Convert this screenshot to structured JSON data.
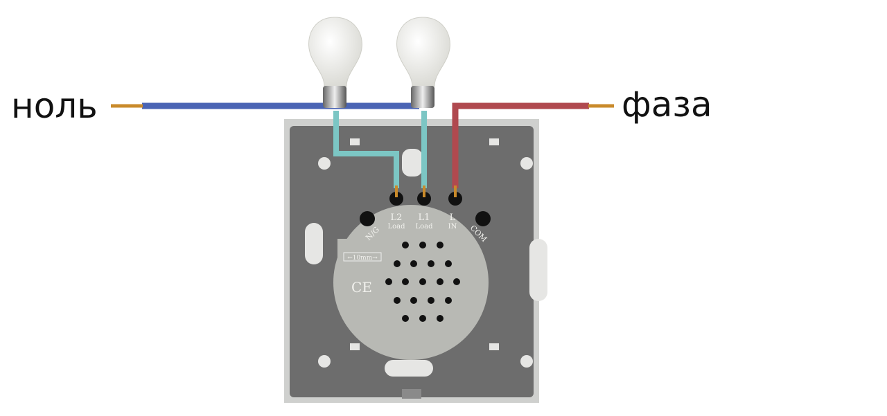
{
  "labels": {
    "neutral": "ноль",
    "phase": "фаза"
  },
  "terminals": {
    "ng": "N/G",
    "l2": "L2",
    "l2_sub": "Load",
    "l1": "L1",
    "l1_sub": "Load",
    "l": "L",
    "l_sub": "IN",
    "com": "COM"
  },
  "markings": {
    "scale": "←10mm→",
    "ce": "CE"
  },
  "colors": {
    "neutral_wire": "#4a64b4",
    "phase_wire": "#b0494f",
    "load_wire": "#7cc6c4",
    "plate": "#6d6d6d",
    "module": "#b8b9b4"
  }
}
